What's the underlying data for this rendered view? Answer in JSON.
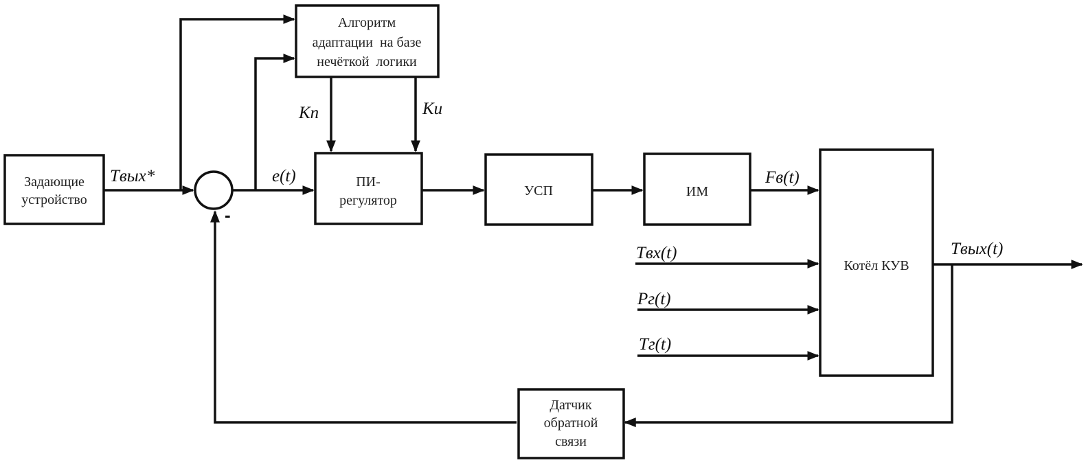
{
  "blocks": {
    "setpoint_device": [
      "Задающие",
      "устройство"
    ],
    "adaptation": [
      "Алгоритм",
      "адаптации  на базе",
      "нечёткой  логики"
    ],
    "pi_controller": [
      "ПИ-",
      "регулятор"
    ],
    "usp": [
      "УСП"
    ],
    "actuator": [
      "ИМ"
    ],
    "boiler": [
      "Котёл КУВ"
    ],
    "feedback_sensor": [
      "Датчик",
      "обратной",
      "связи"
    ]
  },
  "signals": {
    "setpoint": "Tвых*",
    "error": "e(t)",
    "kp": "Кп",
    "ki": "Ки",
    "fv": "Fв(t)",
    "tin": "Tвх(t)",
    "pg": "Pг(t)",
    "tg": "Tг(t)",
    "tout": "Tвых(t)"
  },
  "summator": {
    "minus_sign": "-"
  }
}
